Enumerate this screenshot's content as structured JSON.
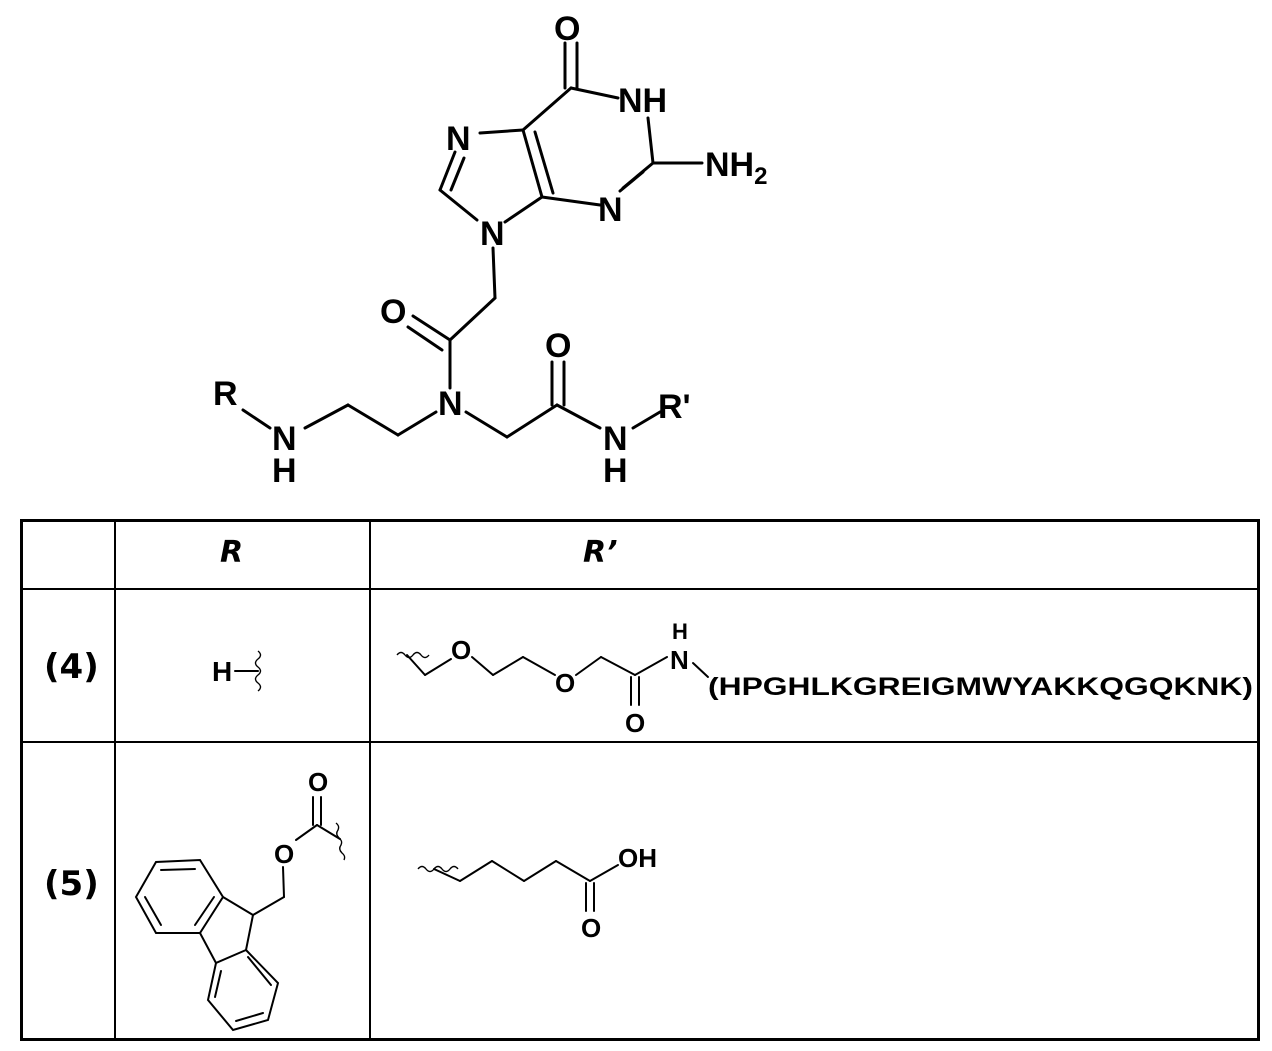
{
  "structure": {
    "atoms": {
      "carbonyl_o_top": "O",
      "n1_h": "NH",
      "n3": "N",
      "nh2": "NH",
      "nh2_sub": "2",
      "n7": "N",
      "n9": "N",
      "amide_o": "O",
      "backbone_o": "O",
      "backbone_n": "N",
      "r_label": "R",
      "r_prime_label": "R'",
      "nh_left_n": "N",
      "nh_left_h": "H",
      "nh_right_n": "N",
      "nh_right_h": "H"
    }
  },
  "table": {
    "headers": [
      "",
      "R",
      "R’"
    ],
    "rows": [
      {
        "compound": "(4)",
        "r_atoms": {
          "h": "H"
        },
        "r_prime_atoms": {
          "o1": "O",
          "o2": "O",
          "n": "N",
          "nh_h": "H",
          "carbonyl_o": "O"
        },
        "r_prime_peptide": "(HPGHLKGREIGMWYAKKQGQKNK)"
      },
      {
        "compound": "(5)",
        "r_atoms": {
          "carbonyl_o": "O",
          "ester_o": "O"
        },
        "r_prime_atoms": {
          "oh": "OH",
          "carbonyl_o": "O"
        }
      }
    ]
  }
}
